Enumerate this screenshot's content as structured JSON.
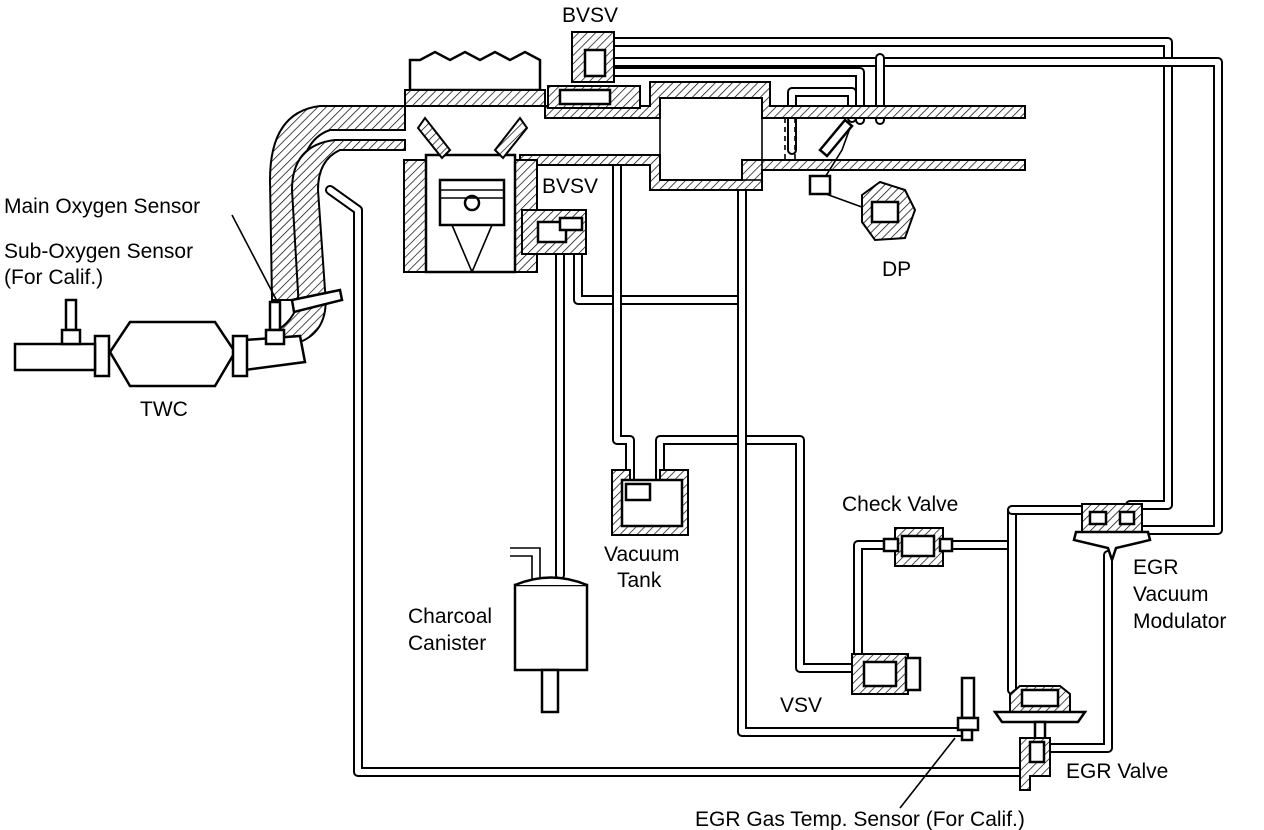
{
  "labels": {
    "bvsv_top": "BVSV",
    "bvsv_mid": "BVSV",
    "main_oxygen_sensor": "Main Oxygen Sensor",
    "sub_oxygen_sensor_line1": "Sub-Oxygen Sensor",
    "sub_oxygen_sensor_line2": "(For Calif.)",
    "twc": "TWC",
    "dp": "DP",
    "vacuum_tank_line1": "Vacuum",
    "vacuum_tank_line2": "Tank",
    "charcoal_canister_line1": "Charcoal",
    "charcoal_canister_line2": "Canister",
    "check_valve": "Check Valve",
    "egr_vacuum_modulator_line1": "EGR",
    "egr_vacuum_modulator_line2": "Vacuum",
    "egr_vacuum_modulator_line3": "Modulator",
    "vsv": "VSV",
    "egr_valve": "EGR Valve",
    "egr_gas_temp_sensor": "EGR Gas Temp. Sensor (For Calif.)"
  }
}
